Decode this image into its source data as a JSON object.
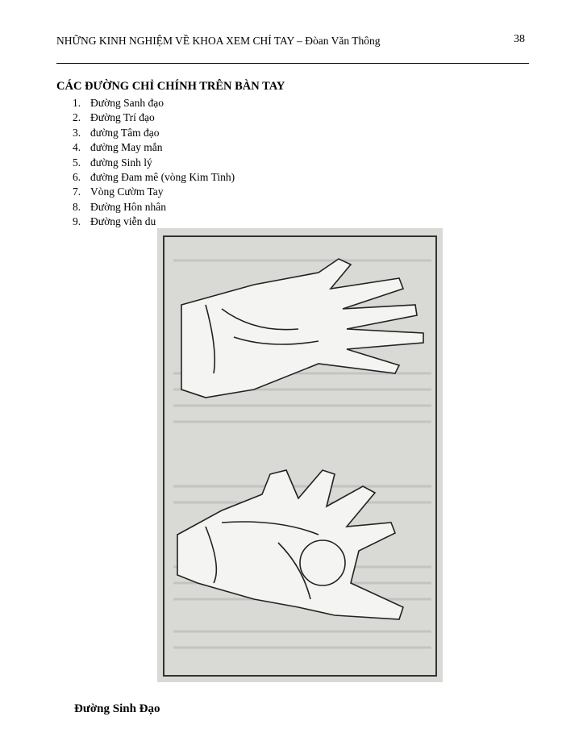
{
  "header": {
    "running_title": "NHỮNG KINH NGHIỆM VỀ KHOA XEM CHỈ TAY – Đòan Văn Thông",
    "page_number": "38"
  },
  "section_title": "CÁC ĐƯỜNG CHỈ CHÍNH TRÊN BÀN TAY",
  "list": [
    {
      "num": "1.",
      "text": "Đường Sanh đạo"
    },
    {
      "num": "2.",
      "text": "Đường Trí đạo"
    },
    {
      "num": "3.",
      "text": "đường Tâm đạo"
    },
    {
      "num": "4.",
      "text": "đường May mắn"
    },
    {
      "num": "5.",
      "text": "đường Sinh lý"
    },
    {
      "num": "6.",
      "text": "đường Đam mê (vòng Kim Tinh)"
    },
    {
      "num": "7.",
      "text": "Vòng Cườm Tay"
    },
    {
      "num": "8.",
      "text": "Đường Hôn nhân"
    },
    {
      "num": "9.",
      "text": "Đường viễn du"
    }
  ],
  "subheading": "Đường Sinh Đạo"
}
